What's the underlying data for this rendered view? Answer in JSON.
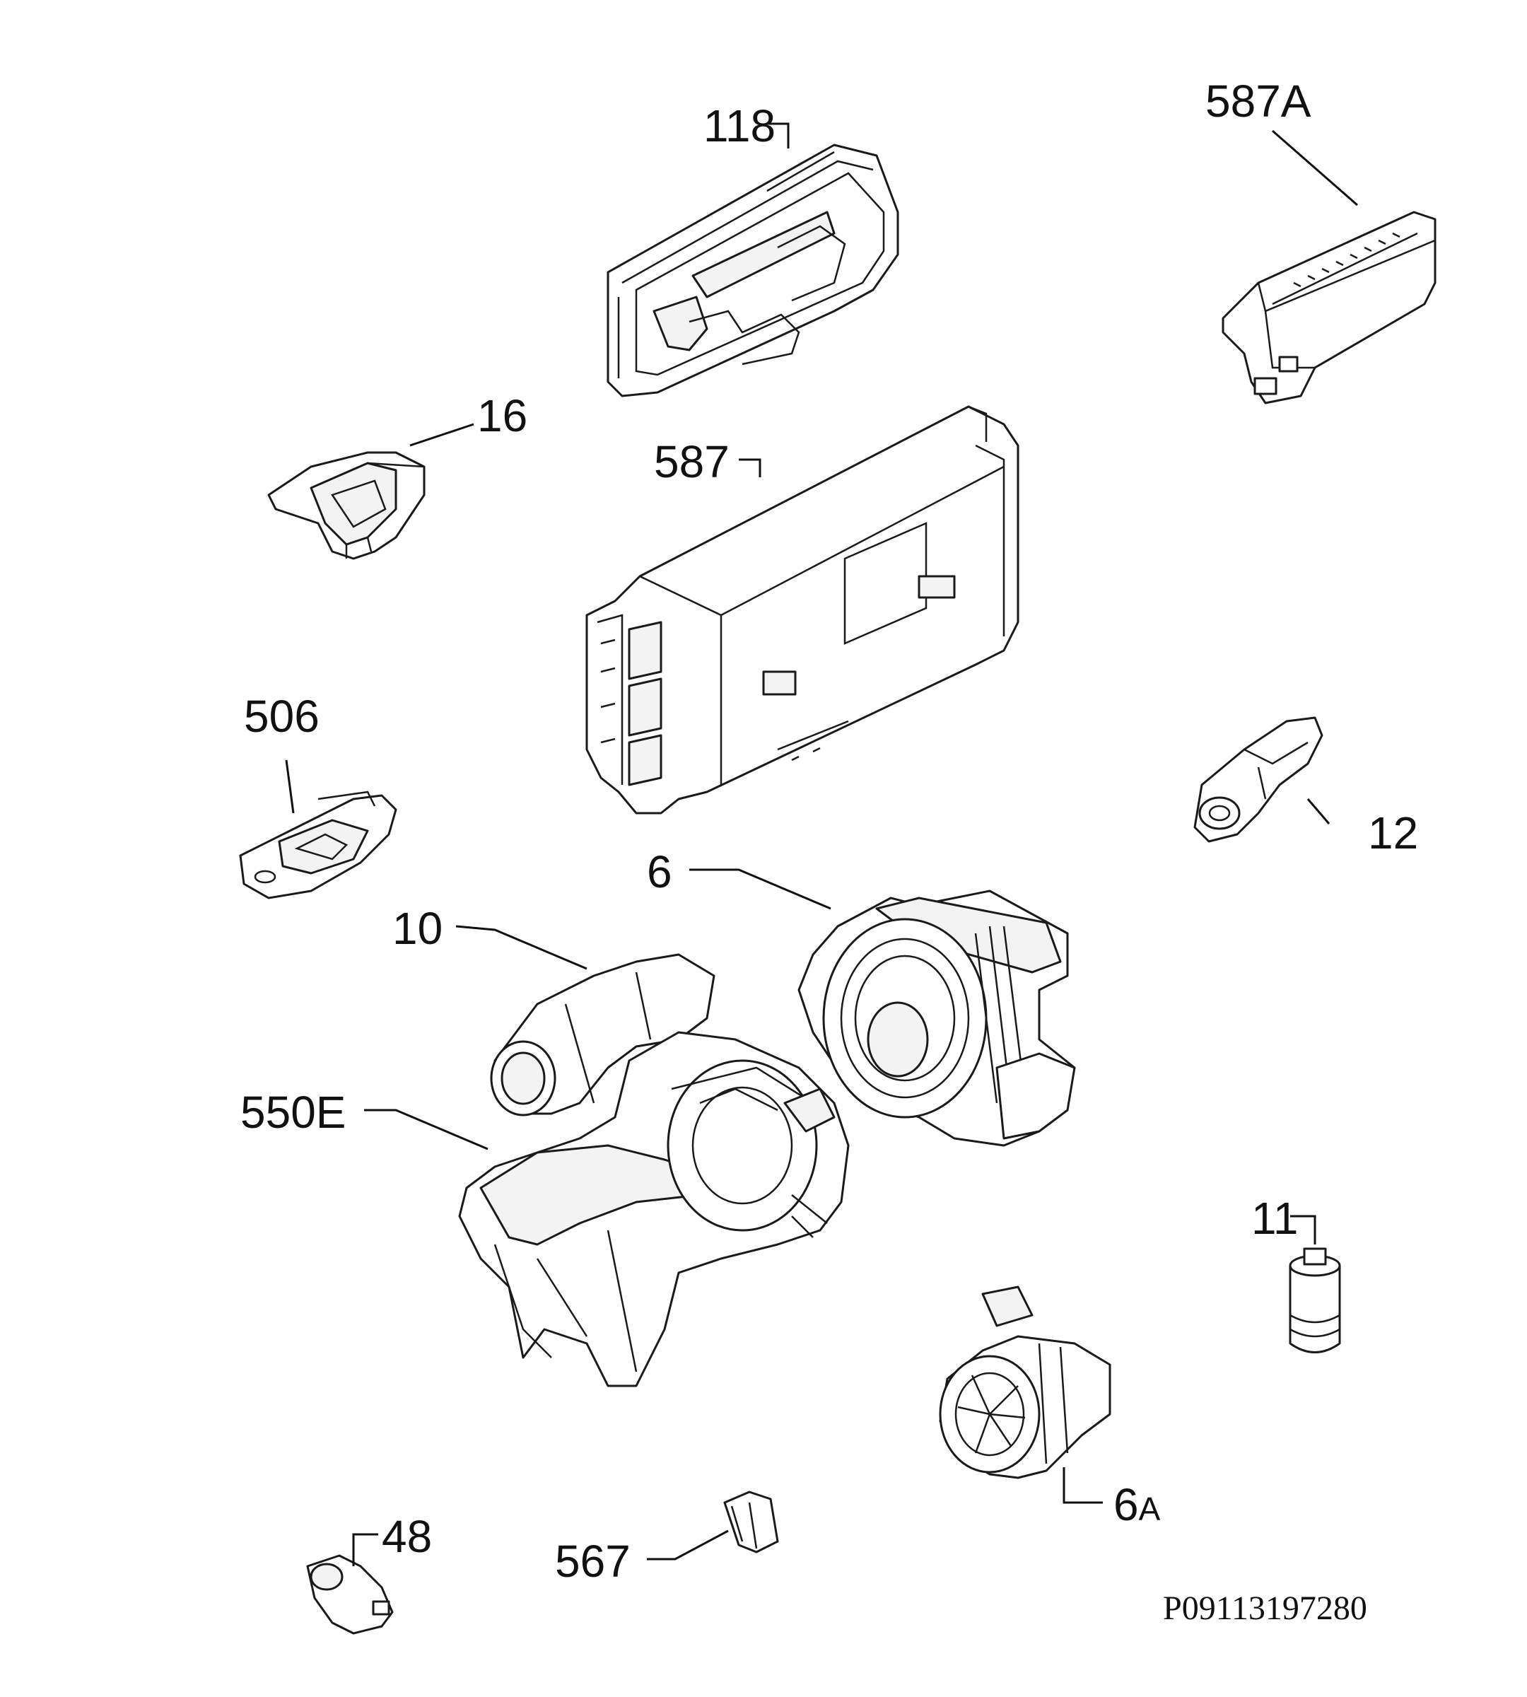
{
  "diagram": {
    "drawing_code": "P09113197280",
    "labels": {
      "p118": "118",
      "p587a": "587A",
      "p16": "16",
      "p587": "587",
      "p506": "506",
      "p12": "12",
      "p6": "6",
      "p10": "10",
      "p550e": "550E",
      "p11": "11",
      "p6a_num": "6",
      "p6a_suffix": "A",
      "p48": "48",
      "p567": "567"
    }
  }
}
